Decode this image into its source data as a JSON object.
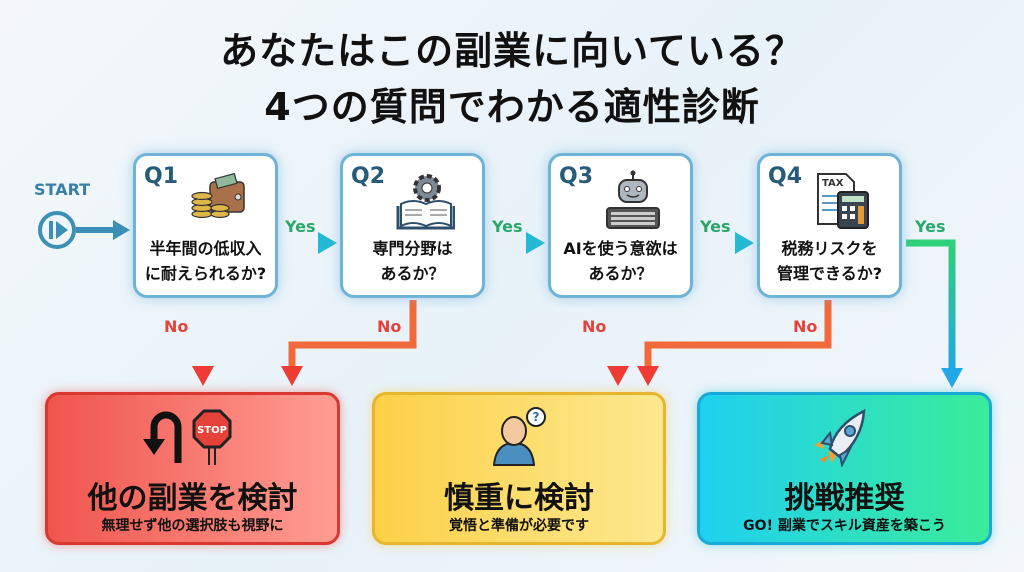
{
  "title": {
    "line1": "あなたはこの副業に向いている？",
    "line2": "4つの質問でわかる適性診断"
  },
  "start_label": "START",
  "questions": [
    {
      "id": "Q1",
      "line1": "半年間の低収入",
      "line2": "に耐えられるか?",
      "icon": "wallet-coins-icon"
    },
    {
      "id": "Q2",
      "line1": "専門分野は",
      "line2": "あるか？",
      "icon": "book-gear-icon"
    },
    {
      "id": "Q3",
      "line1": "AIを使う意欲は",
      "line2": "あるか？",
      "icon": "robot-keyboard-icon",
      "icon_text": ""
    },
    {
      "id": "Q4",
      "line1": "税務リスクを",
      "line2": "管理できるか?",
      "icon": "tax-calculator-icon",
      "icon_text": "TAX"
    }
  ],
  "yes_label": "Yes",
  "no_label": "No",
  "results": [
    {
      "title": "他の副業を検討",
      "subtitle": "無理せず他の選択肢も視野に",
      "icon": "u-turn-stop-icon",
      "icon_text": "STOP",
      "color": "#f0554d"
    },
    {
      "title": "慎重に検討",
      "subtitle": "覚悟と準備が必要です",
      "icon": "thinking-person-icon",
      "icon_text": "?",
      "color": "#fcd34d"
    },
    {
      "title": "挑戦推奨",
      "subtitle": "GO! 副業でスキル資産を築こう",
      "icon": "rocket-icon",
      "color": "#22d3ee"
    }
  ]
}
